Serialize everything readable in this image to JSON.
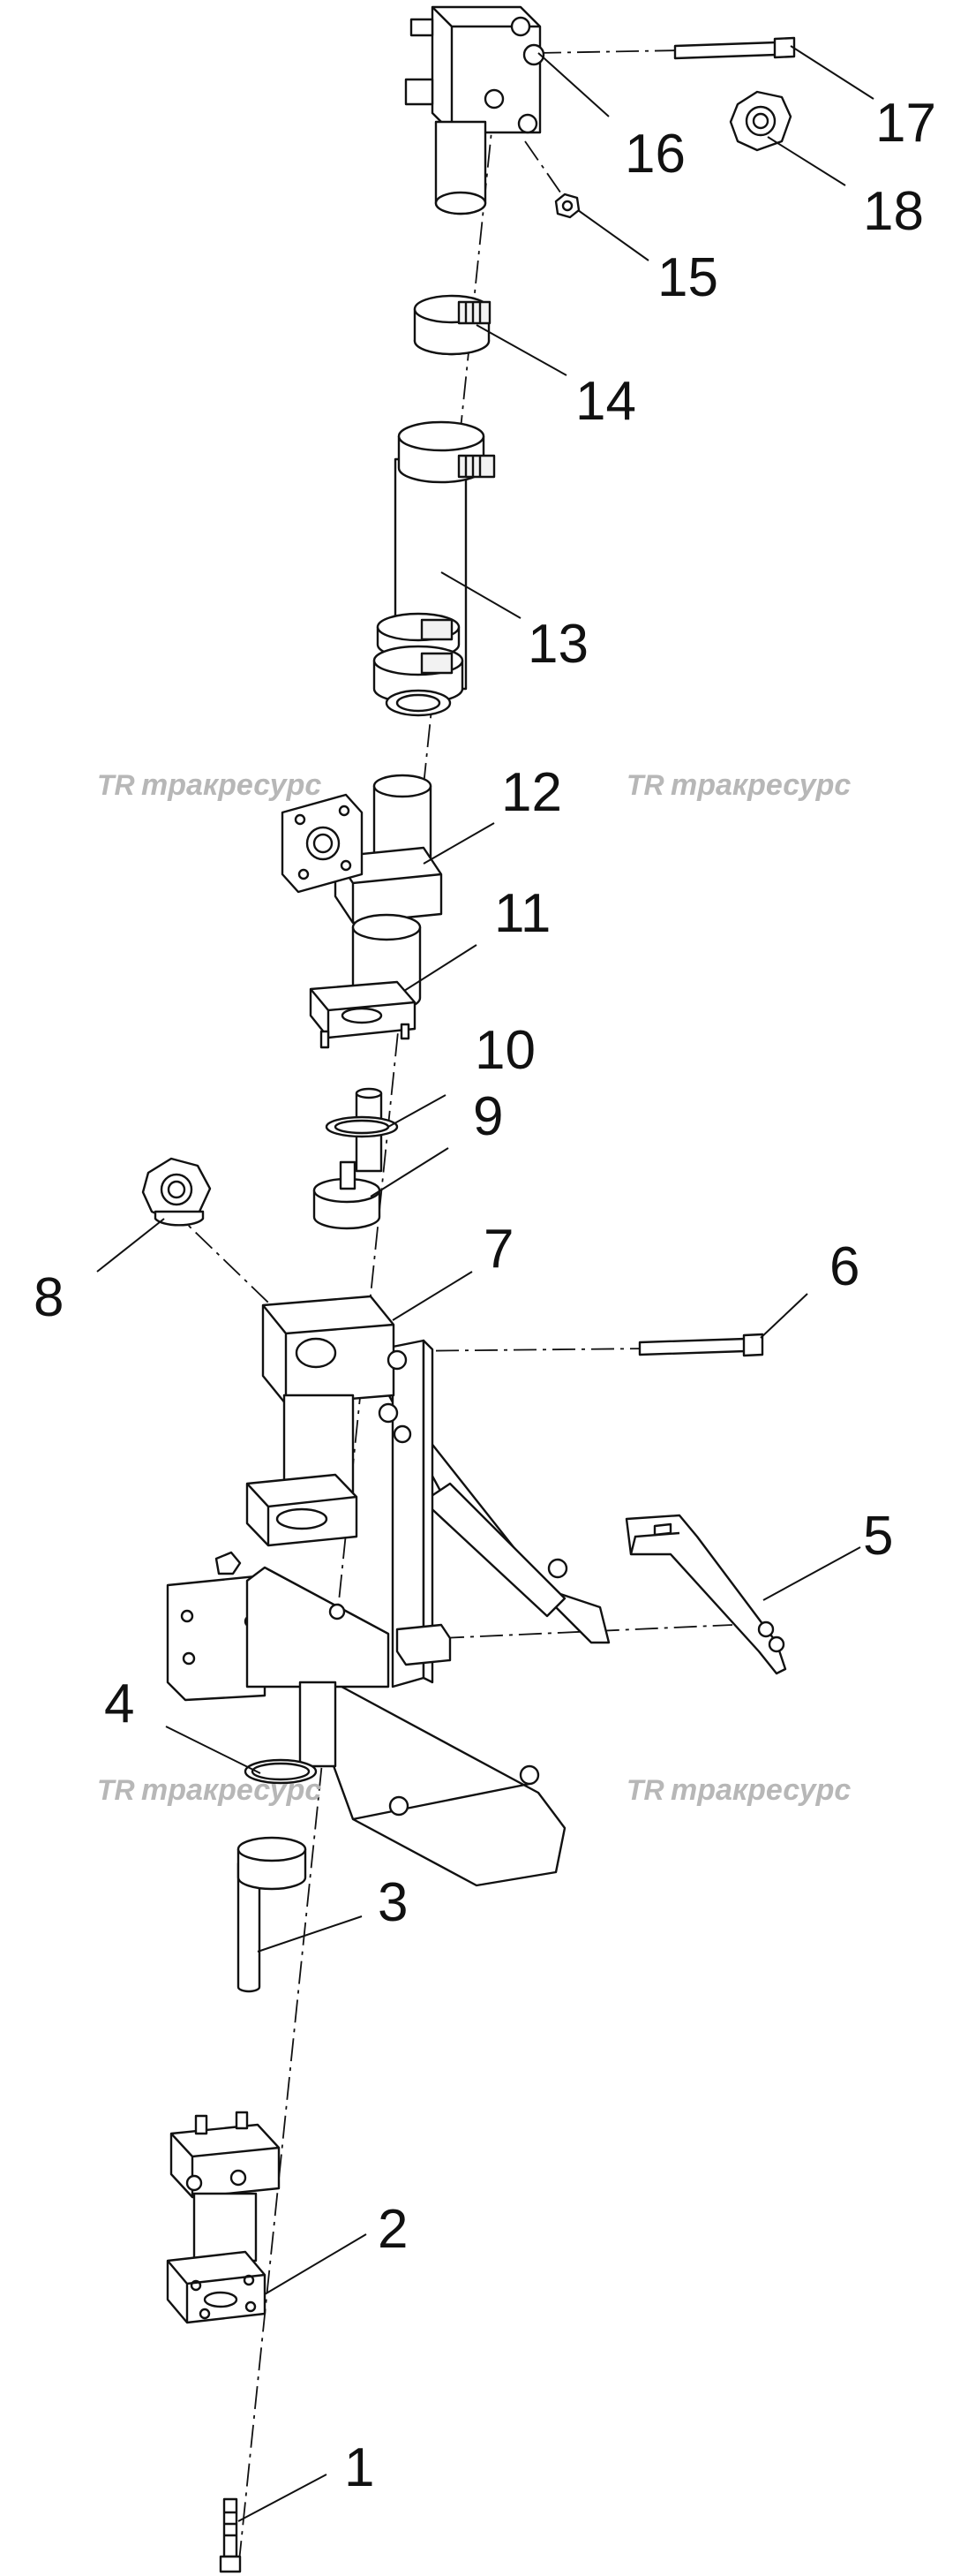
{
  "colors": {
    "line": "#111111",
    "watermark": "#b7b7b7",
    "background": "#ffffff"
  },
  "watermark": {
    "logo": "TR",
    "text": "тракресурс"
  },
  "callouts": [
    "1",
    "2",
    "3",
    "4",
    "5",
    "6",
    "7",
    "8",
    "9",
    "10",
    "11",
    "12",
    "13",
    "14",
    "15",
    "16",
    "17",
    "18"
  ]
}
